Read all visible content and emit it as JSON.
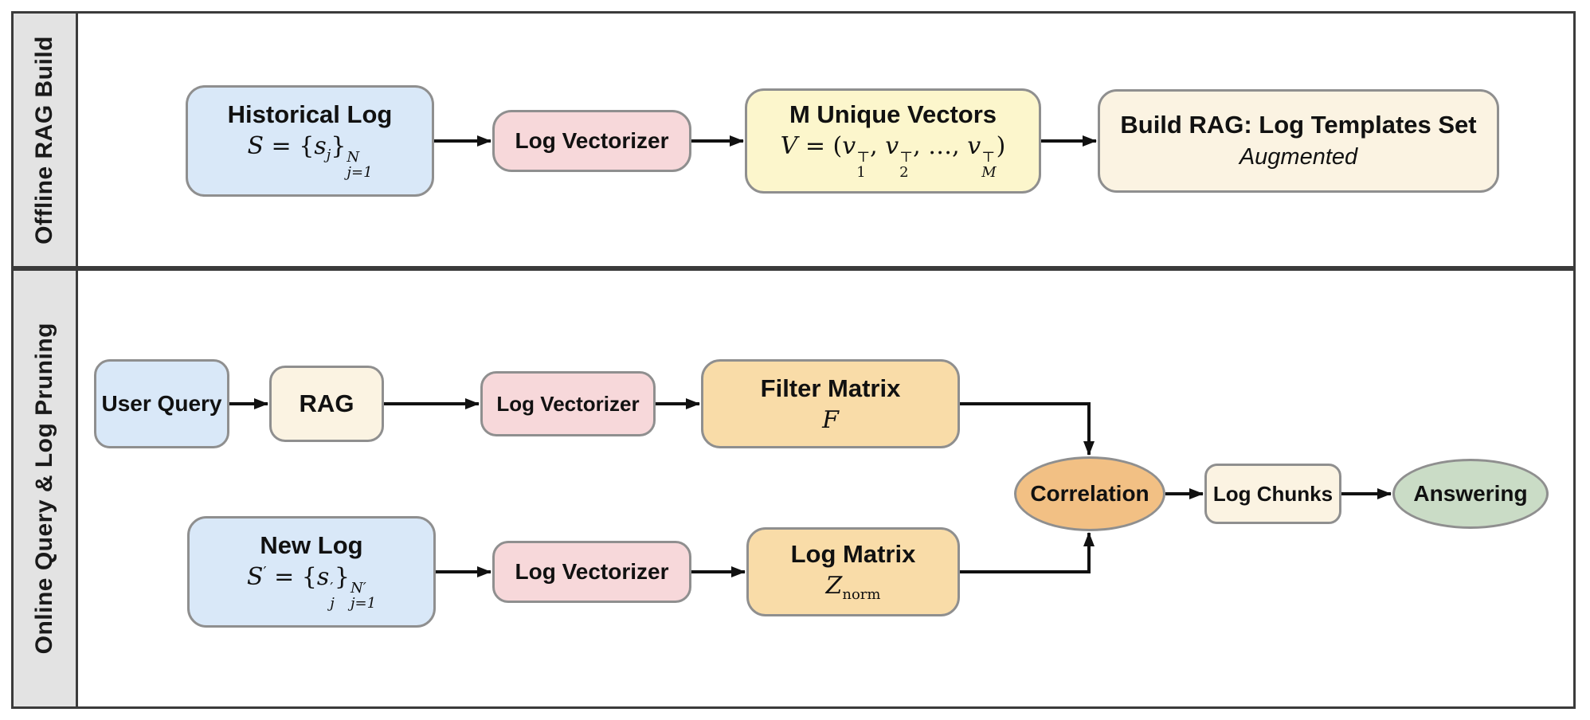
{
  "sections": {
    "offline": {
      "label": "Offline RAG Build"
    },
    "online": {
      "label": "Online Query & Log Pruning"
    }
  },
  "offline": {
    "historical": {
      "title": "Historical Log",
      "math": [
        {
          "t": "i",
          "v": "S"
        },
        {
          "t": "n",
          "v": " = {"
        },
        {
          "t": "i",
          "v": "s"
        },
        {
          "t": "sub",
          "v": "j"
        },
        {
          "t": "n",
          "v": "}"
        },
        {
          "t": "supsub",
          "sup": "N",
          "sub": "j=1"
        }
      ]
    },
    "vectorizer": {
      "title": "Log Vectorizer"
    },
    "unique": {
      "title": "M Unique Vectors",
      "math": [
        {
          "t": "i",
          "v": "V"
        },
        {
          "t": "n",
          "v": " = ("
        },
        {
          "t": "i",
          "v": "v"
        },
        {
          "t": "supsub",
          "sup": "⊤",
          "sub": "1",
          "supRm": true,
          "subRm": true
        },
        {
          "t": "n",
          "v": ", "
        },
        {
          "t": "i",
          "v": "v"
        },
        {
          "t": "supsub",
          "sup": "⊤",
          "sub": "2",
          "supRm": true,
          "subRm": true
        },
        {
          "t": "n",
          "v": ", …, "
        },
        {
          "t": "i",
          "v": "v"
        },
        {
          "t": "supsub",
          "sup": "⊤",
          "sub": "M",
          "supRm": true
        },
        {
          "t": "n",
          "v": ")"
        }
      ]
    },
    "build": {
      "title": "Build RAG: Log Templates Set",
      "subtitle": "Augmented"
    }
  },
  "online": {
    "user_query": {
      "title": "User Query"
    },
    "rag": {
      "title": "RAG"
    },
    "vectorizer_query": {
      "title": "Log Vectorizer"
    },
    "filter_matrix": {
      "title": "Filter Matrix",
      "math": [
        {
          "t": "i",
          "v": "F"
        }
      ]
    },
    "new_log": {
      "title": "New Log",
      "math": [
        {
          "t": "i",
          "v": "S"
        },
        {
          "t": "supn",
          "v": "′"
        },
        {
          "t": "n",
          "v": " = {"
        },
        {
          "t": "i",
          "v": "s"
        },
        {
          "t": "supsub",
          "sup": "′",
          "sub": "j",
          "supRm": true
        },
        {
          "t": "n",
          "v": "}"
        },
        {
          "t": "supsub",
          "sup": "N′",
          "sub": "j=1"
        }
      ]
    },
    "vectorizer_log": {
      "title": "Log Vectorizer"
    },
    "log_matrix": {
      "title": "Log Matrix",
      "math": [
        {
          "t": "i",
          "v": "Z"
        },
        {
          "t": "subn",
          "v": "norm"
        }
      ]
    },
    "correlation": {
      "title": "Correlation"
    },
    "log_chunks": {
      "title": "Log Chunks"
    },
    "answering": {
      "title": "Answering"
    }
  },
  "colors": {
    "blue": "#d9e8f8",
    "pink": "#f7d8da",
    "yellow": "#fcf6cc",
    "cream": "#fbf3e2",
    "orange": "#f9dca8",
    "orange_deep": "#f2c084",
    "green": "#cadcc6",
    "strip_gray": "#e3e3e3",
    "frame": "#3b3b3b",
    "node_border": "#8f8f8f",
    "arrow": "#111111"
  }
}
